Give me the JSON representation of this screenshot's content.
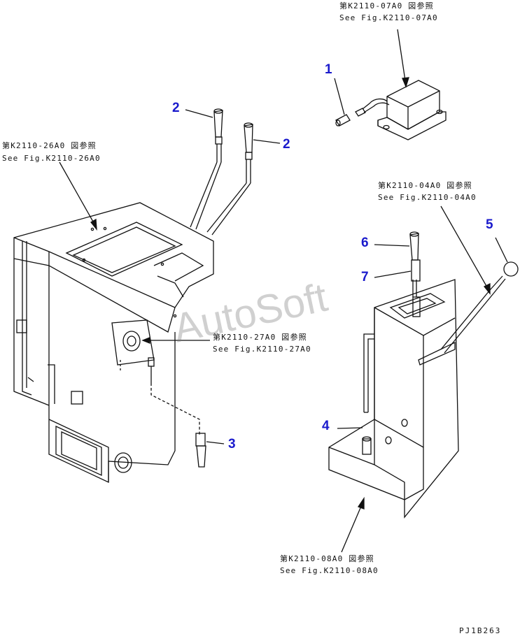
{
  "references": {
    "k2110_07a0_jp": "第K2110-07A0 図参照",
    "k2110_07a0_en": "See Fig.K2110-07A0",
    "k2110_26a0_jp": "第K2110-26A0 図参照",
    "k2110_26a0_en": "See Fig.K2110-26A0",
    "k2110_04a0_jp": "第K2110-04A0 図参照",
    "k2110_04a0_en": "See Fig.K2110-04A0",
    "k2110_27a0_jp": "第K2110-27A0 図参照",
    "k2110_27a0_en": "See Fig.K2110-27A0",
    "k2110_08a0_jp": "第K2110-08A0 図参照",
    "k2110_08a0_en": "See Fig.K2110-08A0"
  },
  "callouts": {
    "c1": "1",
    "c2a": "2",
    "c2b": "2",
    "c3": "3",
    "c4": "4",
    "c5": "5",
    "c6": "6",
    "c7": "7"
  },
  "watermark": "AutoSoft",
  "drawing_code": "PJ1B263",
  "colors": {
    "callout": "#1a1acc",
    "line": "#111111",
    "watermark": "#888888"
  }
}
